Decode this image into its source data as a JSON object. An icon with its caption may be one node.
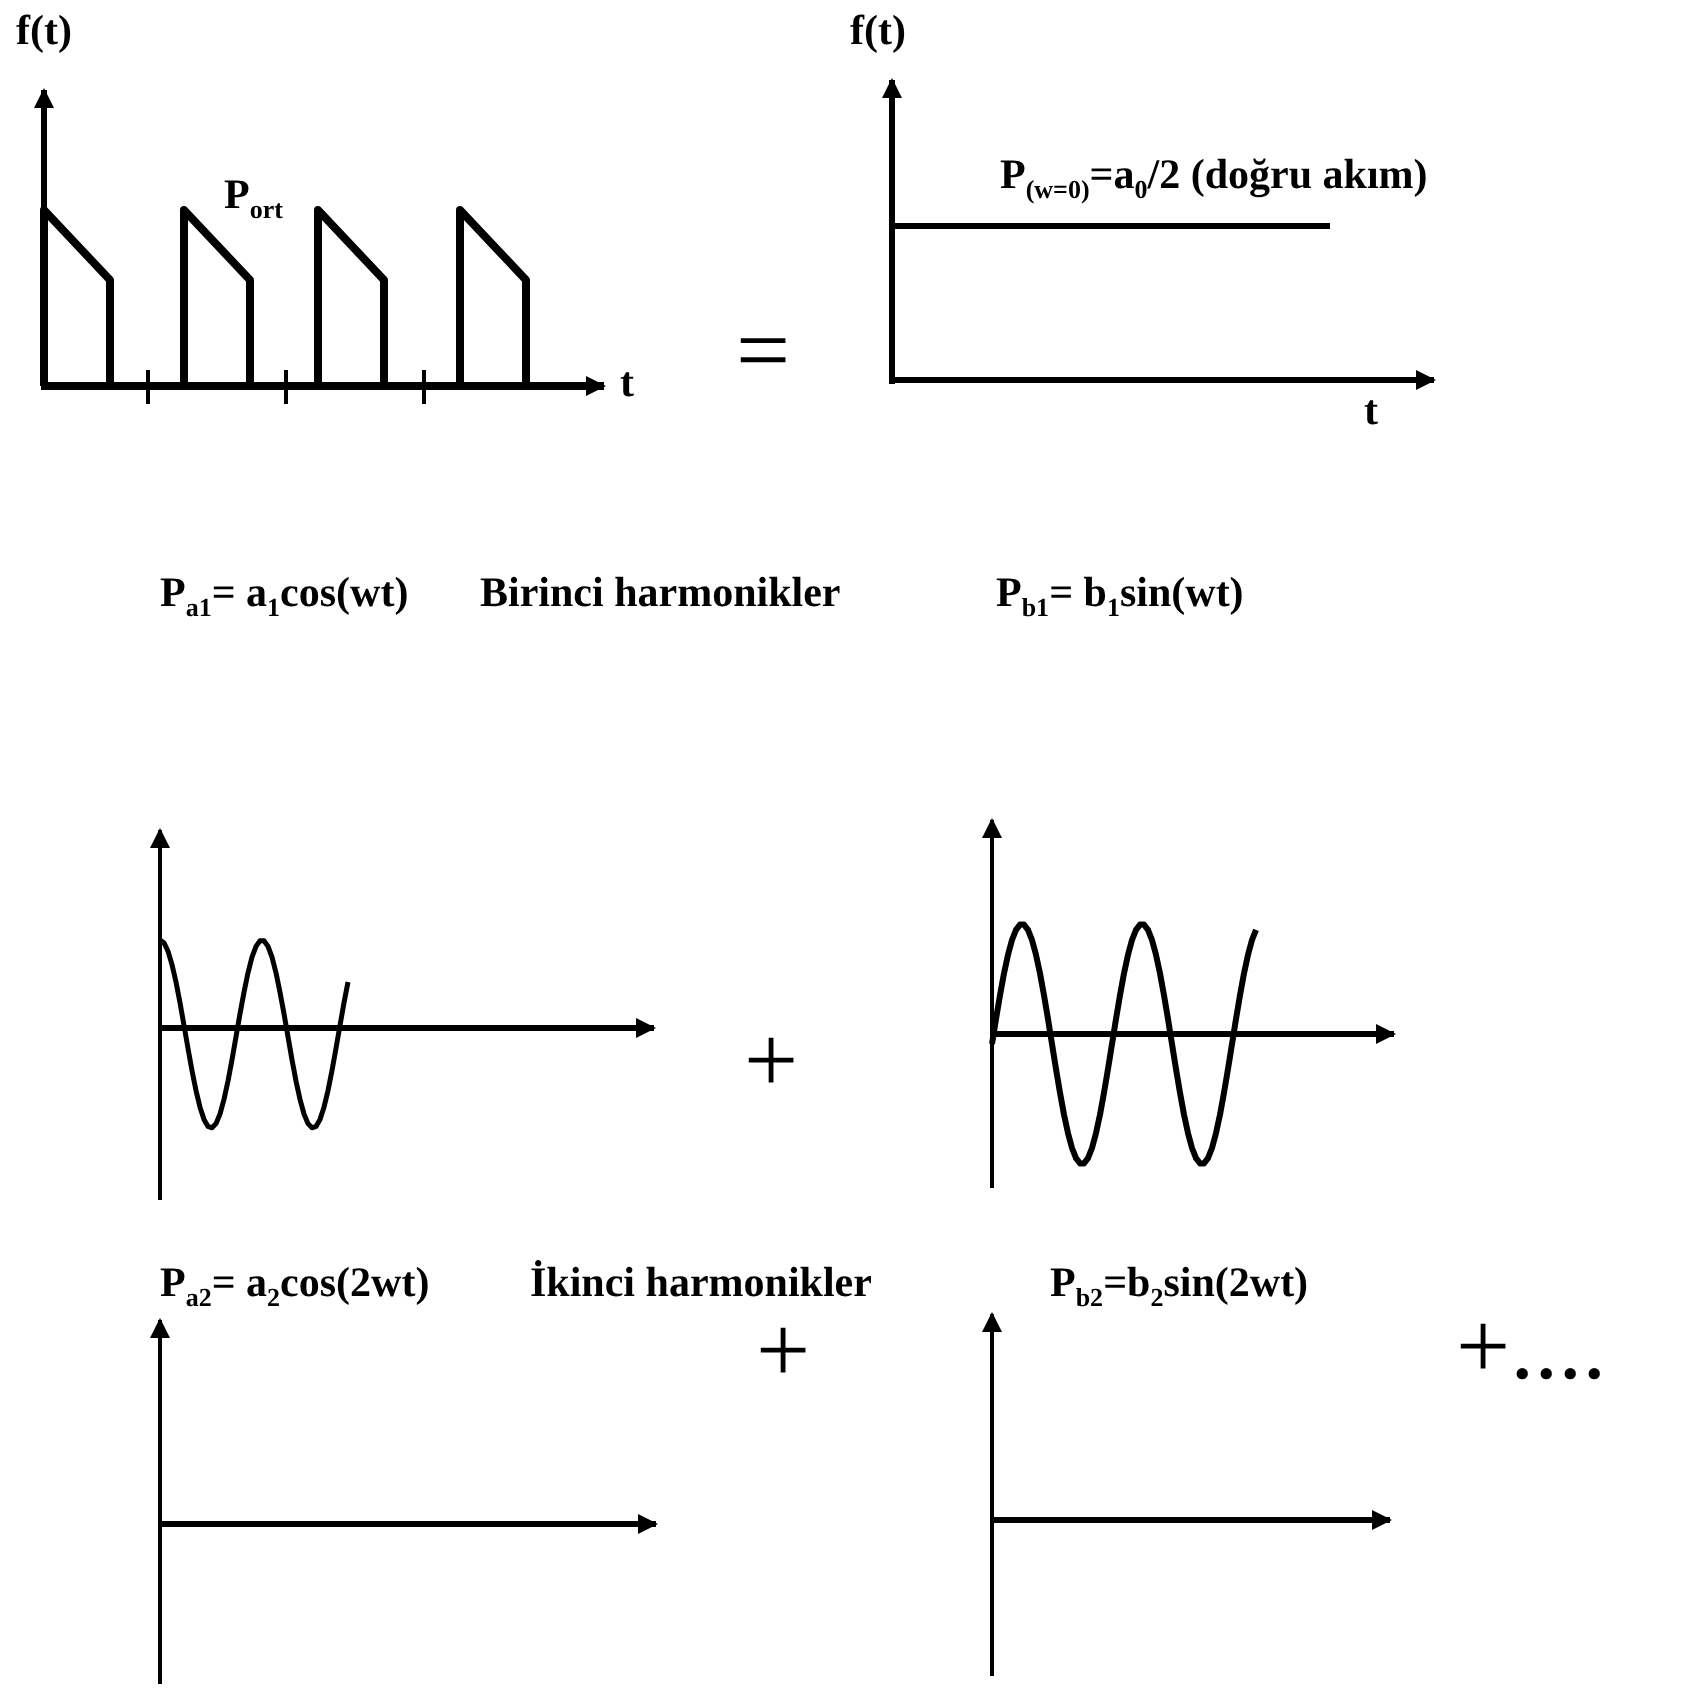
{
  "diagram": {
    "labels": [
      "f(t)",
      "f(t)",
      "P$_{ort}$",
      "P$_{(w=0)}$=a$_{0}$/2 (doğru akım)",
      "t",
      "=",
      "t",
      "P$_{a1}$= a$_{1}$cos(wt)",
      "Birinci harmonikler",
      "P$_{b1}$= b$_{1}$sin(wt)",
      "+",
      "P$_{a2}$= a$_{2}$cos(2wt)",
      "İkinci harmonikler",
      "P$_{b2}$=b$_{2}$sin(2wt)",
      "+",
      "+...."
    ]
  }
}
